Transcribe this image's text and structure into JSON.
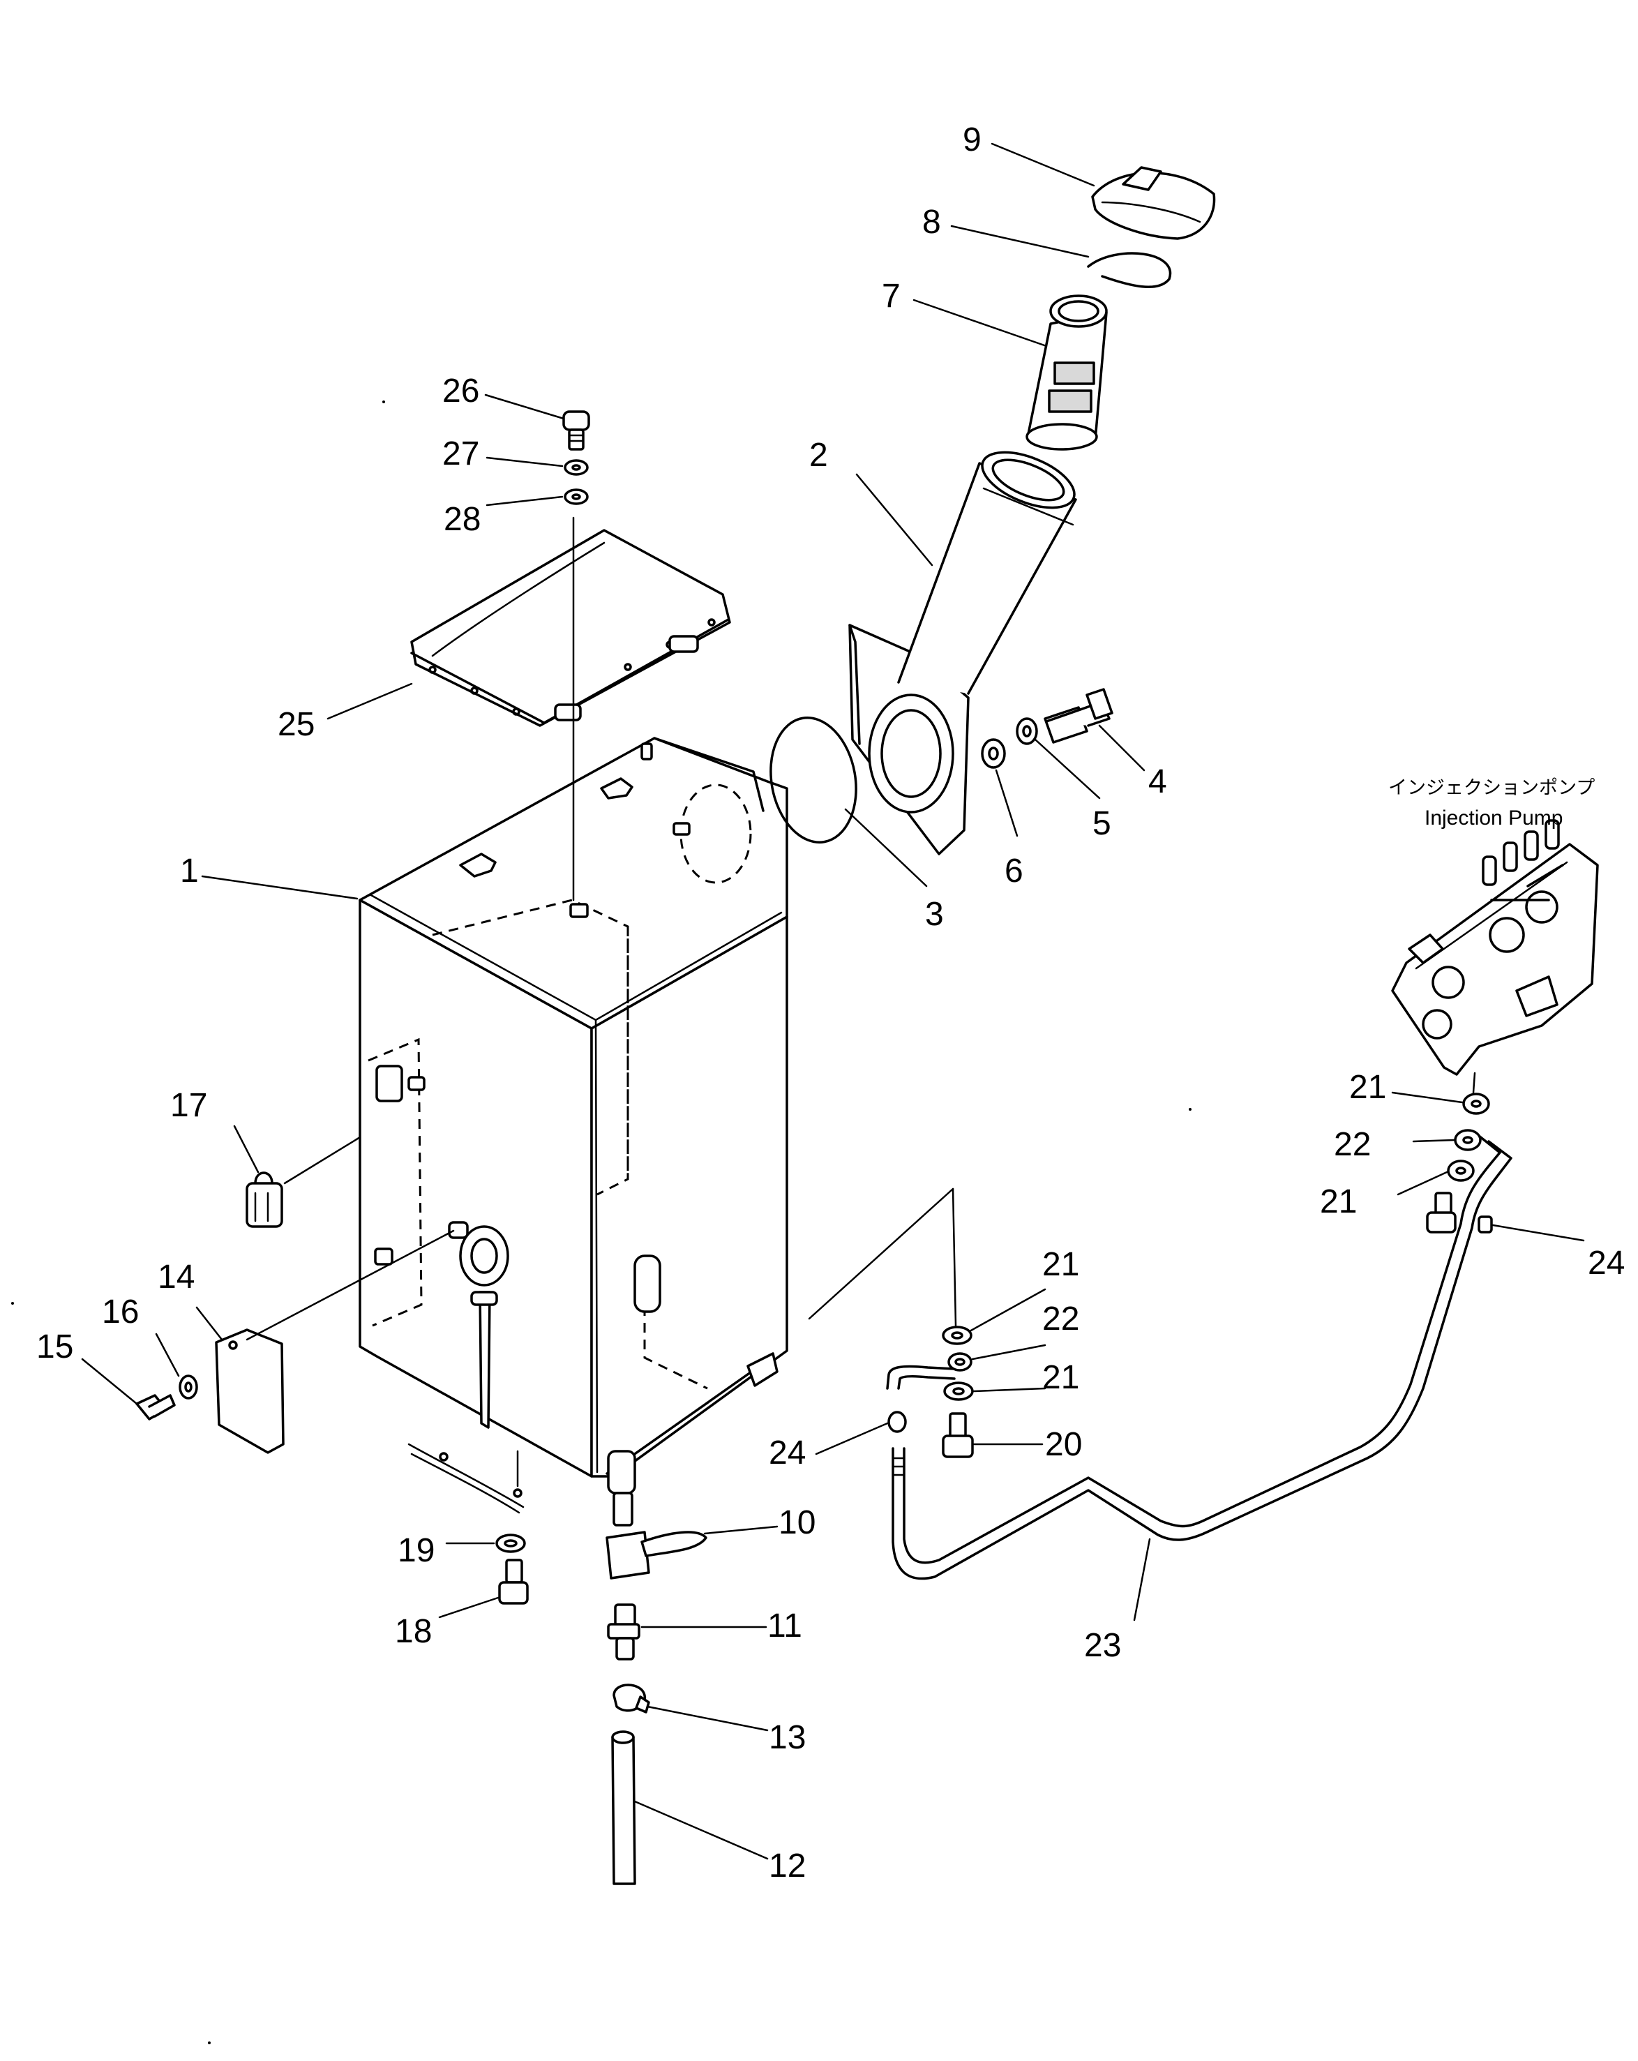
{
  "callouts": [
    {
      "id": "c1",
      "text": "1"
    },
    {
      "id": "c2",
      "text": "2"
    },
    {
      "id": "c3",
      "text": "3"
    },
    {
      "id": "c4",
      "text": "4"
    },
    {
      "id": "c5",
      "text": "5"
    },
    {
      "id": "c6",
      "text": "6"
    },
    {
      "id": "c7",
      "text": "7"
    },
    {
      "id": "c8",
      "text": "8"
    },
    {
      "id": "c9",
      "text": "9"
    },
    {
      "id": "c10",
      "text": "10"
    },
    {
      "id": "c11",
      "text": "11"
    },
    {
      "id": "c12",
      "text": "12"
    },
    {
      "id": "c13",
      "text": "13"
    },
    {
      "id": "c14",
      "text": "14"
    },
    {
      "id": "c15",
      "text": "15"
    },
    {
      "id": "c16",
      "text": "16"
    },
    {
      "id": "c17",
      "text": "17"
    },
    {
      "id": "c18",
      "text": "18"
    },
    {
      "id": "c19",
      "text": "19"
    },
    {
      "id": "c20",
      "text": "20"
    },
    {
      "id": "c21a",
      "text": "21"
    },
    {
      "id": "c21b",
      "text": "21"
    },
    {
      "id": "c21c",
      "text": "21"
    },
    {
      "id": "c21d",
      "text": "21"
    },
    {
      "id": "c22a",
      "text": "22"
    },
    {
      "id": "c22b",
      "text": "22"
    },
    {
      "id": "c23",
      "text": "23"
    },
    {
      "id": "c24a",
      "text": "24"
    },
    {
      "id": "c24b",
      "text": "24"
    },
    {
      "id": "c25",
      "text": "25"
    },
    {
      "id": "c26",
      "text": "26"
    },
    {
      "id": "c27",
      "text": "27"
    },
    {
      "id": "c28",
      "text": "28"
    }
  ],
  "annotation": {
    "japanese": "インジェクションポンプ",
    "english": "Injection Pump"
  }
}
